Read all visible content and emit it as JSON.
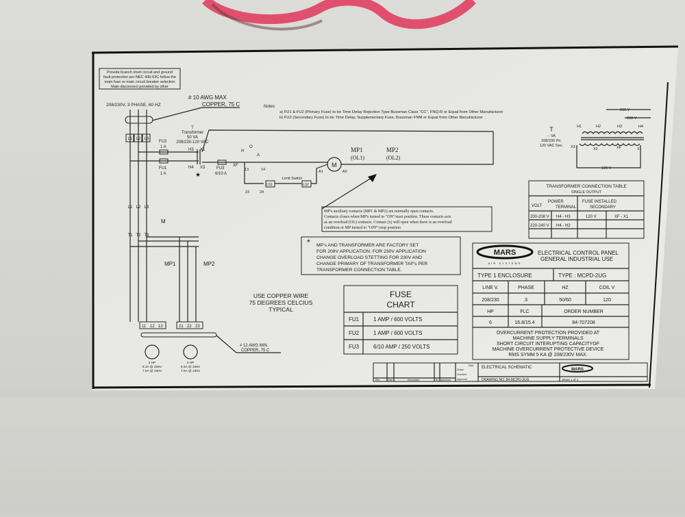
{
  "label": {
    "nec_note": [
      "Provide branch short circuit and ground",
      "fault protection per NEC 430-53C follow the",
      "main fuse or main circuit breaker selection",
      "Main disconnect provided by other"
    ],
    "supply": "208/230V, 3 PHASE, 60 HZ",
    "wire_max": [
      "# 10 AWG MAX",
      "COPPER, 75 C"
    ],
    "notes_title": "Notes:",
    "notes": [
      "a) FU1 & FU2 (Primary Fuse) to be Time Delay Rejection Type Bussman Class \"CC\", FNQ-R or Equal from Other Manufacturer",
      "b) FU3 (Secondary Fuse) to be Time Delay, Supplementary Fuse, Bussman FNM or Equal from Other Manufacturer"
    ],
    "transformer": [
      "T",
      "Transformer",
      "50 VA",
      "208/230-120 VAC"
    ],
    "terminals": {
      "l1": "L1",
      "l2": "L2",
      "l3": "L3",
      "t1": "T1",
      "t2": "T2",
      "t3": "T3",
      "m": "M",
      "h3": "H3",
      "h4": "H4",
      "x1": "X1",
      "x3": "X3",
      "xf": "XF",
      "a1": "A1",
      "a2": "A2",
      "h": "H",
      "o": "O",
      "a": "A",
      "c13": "13",
      "c14": "14",
      "c23": "23",
      "c24": "24",
      "ls1": "LS1",
      "ls2": "LS2",
      "motor": "M",
      "mp1": "MP1",
      "mp2": "MP2",
      "ol1": "(OL1)",
      "ol2": "(OL2)",
      "o11": "11",
      "o12": "12",
      "o13": "13",
      "o21": "21",
      "o22": "22",
      "o23": "23"
    },
    "fu2": [
      "FU2",
      "1 A"
    ],
    "fu1": [
      "FU1",
      "1 A"
    ],
    "fu3": [
      "FU3",
      "6/10 A"
    ],
    "limit_switch": "Limit Switch",
    "mp_note": [
      "MP's auxiliary contacts (MP1 & MP2) are normally open contacts.",
      "Contacts closes when MP's turned to \"ON\"/start position. These contacts acts",
      "as an overload (OL) contacts. Contact (x) will open when there is an overload",
      "condition or MP turned to \"OFF\"/stop position"
    ],
    "factory_note": [
      "MP's AND TRANSFORMER ARE FACTORY SET",
      "FOR 208V APPLICATION. FOR 230V APPLICATION",
      "CHANGE OVERLOAD STETTING FOR 230V AND",
      "CHANGE PRIMARY OF TRANSFORMER TAP's PER",
      "TRANSFORMER CONNECTION TABLE."
    ],
    "copper_note": [
      "USE COPPER WIRE",
      "75 DEGREES CELCIUS",
      "TYPICAL"
    ],
    "wire_min": [
      "# 12 AWG MIN.",
      "COPPER, 75 C"
    ],
    "motors": [
      {
        "hp": "3 HP",
        "a": "8.3A @ 208V",
        "b": "7.6A @ 230V"
      },
      {
        "hp": "3 HP",
        "a": "8.3A @ 208V",
        "b": "7.6A @ 230V"
      }
    ],
    "fuse_chart": {
      "title": [
        "FUSE",
        "CHART"
      ],
      "rows": [
        [
          "FU1",
          "1 AMP / 600 VOLTS"
        ],
        [
          "FU2",
          "1 AMP / 600 VOLTS"
        ],
        [
          "FU3",
          "6/10 AMP / 250 VOLTS"
        ]
      ]
    },
    "transformer_detail": {
      "lines": [
        "T",
        "-- VA",
        "208/230 Pri.",
        "120 VAC Sec."
      ],
      "h": [
        "H1",
        "H2",
        "H3",
        "H4"
      ],
      "x": [
        "X3",
        "X2",
        "XF",
        "X1"
      ],
      "v230": "230 V",
      "v208": "208 V",
      "v120": "120 V"
    },
    "connection_table": {
      "title": "TRANSFORMER CONNECTION TABLE",
      "subtitle": "SINGLE OUTPUT",
      "headers": [
        "VOLT",
        "POWER",
        "TERMINAL",
        "FUSE INSTALLED",
        "SECONDARY"
      ],
      "rows": [
        [
          "200-208 V",
          "H4 - H3",
          "120 V",
          "XF - X1"
        ],
        [
          "220-240 V",
          "H4 - H2",
          "",
          ""
        ]
      ]
    },
    "nameplate": {
      "brand": "MARS",
      "brand_sub": "AIR SYSTEMS",
      "title": [
        "ELECTRICAL CONTROL PANEL",
        "GENERAL INDUSTRIAL USE"
      ],
      "enclosure": "TYPE 1 ENCLOSURE",
      "type": "TYPE : MCPD-2UG",
      "headers1": [
        "LINE V.",
        "PHASE",
        "HZ",
        "COIL V"
      ],
      "values1": [
        "208/230",
        "3",
        "50/60",
        "120"
      ],
      "headers2": [
        "HP",
        "FLC",
        "ORDER NUMBER"
      ],
      "values2": [
        "6",
        "16.8/15.4",
        "84-707208"
      ],
      "protection": [
        "OVERCURRENT PROTECTION PROVIDED AT",
        "MACHINE SUPPLY TERMINALS",
        "SHORT CIRCUIT INTERUPTING CAPACITYOF",
        "MACHINE OVERCURRENT PROTECTIVE DEVICE",
        "RMS SYMM 5 KA @ 208/230V MAX."
      ]
    },
    "title_block": {
      "rev_headers": [
        "Rev",
        "Date",
        "Description",
        "By",
        "Approved"
      ],
      "roles": [
        "Drawn",
        "Checked",
        "Approved"
      ],
      "date_header": "Date",
      "title": "ELECTRICAL SCHEMATIC",
      "drawing_no": "DRAWING NO. 84-MCPD-2UG",
      "sheet": "Sheet 1 of 1"
    }
  },
  "colors": {
    "wall": "#cfcfcb",
    "label": "#e6e6e3",
    "ink": "#1a1a1a",
    "cable": "#e0506e"
  }
}
